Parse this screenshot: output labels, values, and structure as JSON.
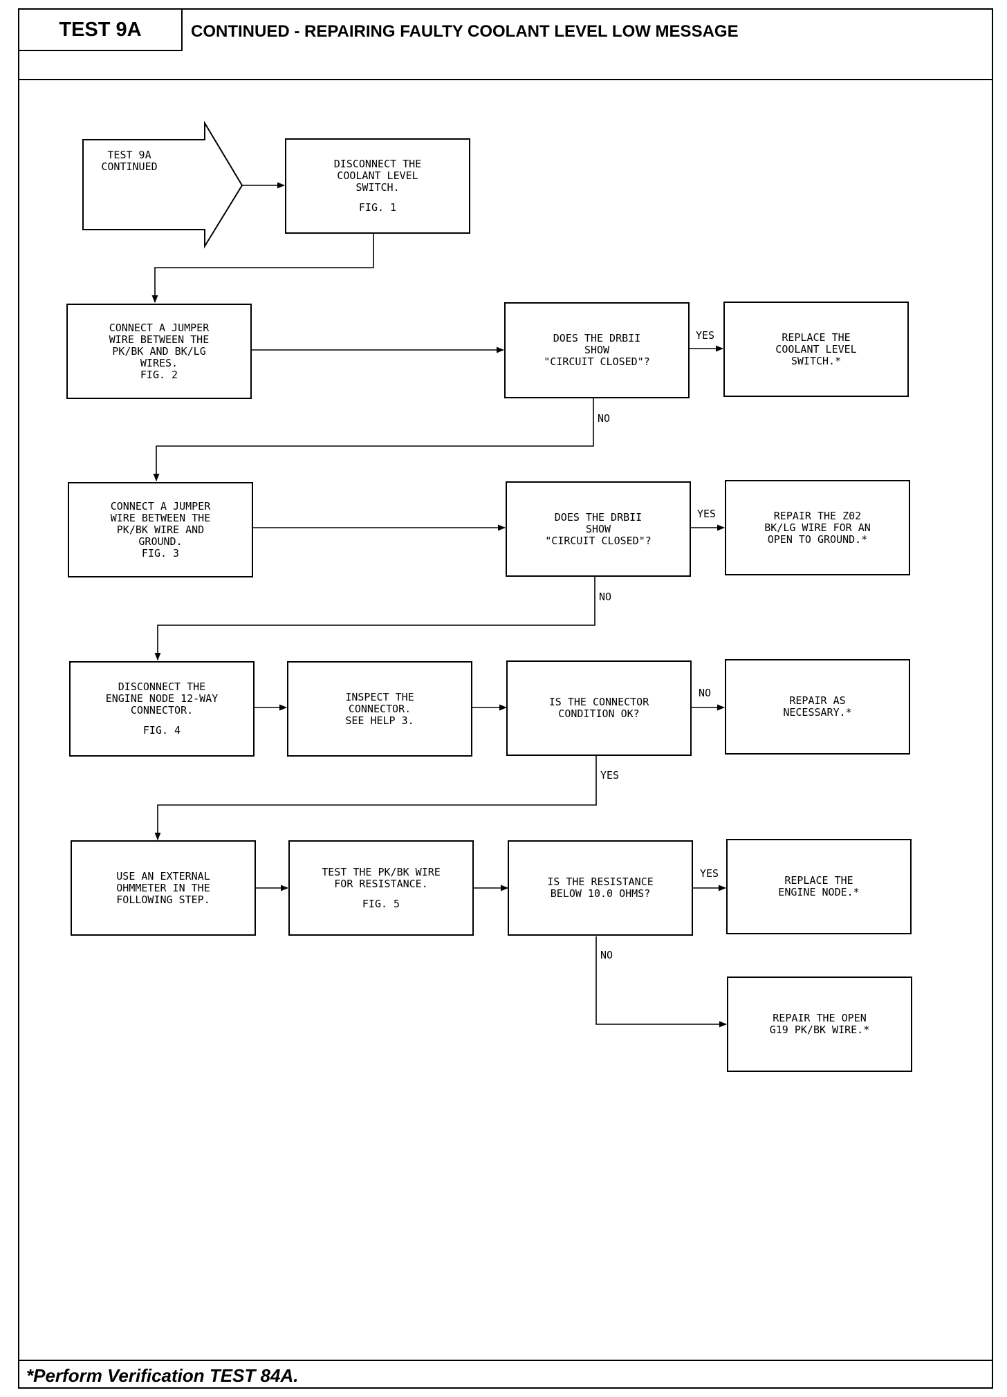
{
  "header": {
    "test_id": "TEST 9A",
    "title": "CONTINUED - REPAIRING FAULTY COOLANT LEVEL LOW MESSAGE"
  },
  "footer": {
    "note": "*Perform Verification TEST 84A."
  },
  "flow": {
    "start": "TEST 9A\nCONTINUED",
    "disconnect_switch": {
      "text": "DISCONNECT THE\nCOOLANT LEVEL\nSWITCH.",
      "fig": "FIG. 1"
    },
    "jumper_pkbk_bklg": {
      "text": "CONNECT A JUMPER\nWIRE BETWEEN THE\nPK/BK AND BK/LG\nWIRES.\nFIG. 2"
    },
    "q_circuit_closed_1": {
      "text": "DOES THE DRBII\nSHOW\n\"CIRCUIT CLOSED\"?"
    },
    "replace_switch": {
      "text": "REPLACE THE\nCOOLANT LEVEL\nSWITCH.*"
    },
    "jumper_pkbk_ground": {
      "text": "CONNECT A JUMPER\nWIRE BETWEEN THE\nPK/BK WIRE AND\nGROUND.\nFIG. 3"
    },
    "q_circuit_closed_2": {
      "text": "DOES THE DRBII\nSHOW\n\"CIRCUIT CLOSED\"?"
    },
    "repair_z02": {
      "text": "REPAIR THE Z02\nBK/LG WIRE FOR AN\nOPEN TO GROUND.*"
    },
    "disconnect_node": {
      "text": "DISCONNECT THE\nENGINE NODE 12-WAY\nCONNECTOR.",
      "fig": "FIG. 4"
    },
    "inspect_connector": {
      "text": "INSPECT THE\nCONNECTOR.\nSEE HELP 3."
    },
    "q_connector_ok": {
      "text": "IS THE CONNECTOR\nCONDITION OK?"
    },
    "repair_as_necessary": {
      "text": "REPAIR AS\nNECESSARY.*"
    },
    "use_ohmmeter": {
      "text": "USE AN EXTERNAL\nOHMMETER IN THE\nFOLLOWING STEP."
    },
    "test_pkbk_resistance": {
      "text": "TEST THE PK/BK WIRE\nFOR RESISTANCE.",
      "fig": "FIG. 5"
    },
    "q_resistance": {
      "text": "IS THE RESISTANCE\nBELOW 10.0 OHMS?"
    },
    "replace_engine_node": {
      "text": "REPLACE THE\nENGINE NODE.*"
    },
    "repair_g19": {
      "text": "REPAIR THE OPEN\nG19 PK/BK WIRE.*"
    }
  },
  "labels": {
    "yes_1": "YES",
    "no_1": "NO",
    "yes_2": "YES",
    "no_2": "NO",
    "no_3": "NO",
    "yes_3": "YES",
    "yes_4": "YES",
    "no_4": "NO"
  }
}
